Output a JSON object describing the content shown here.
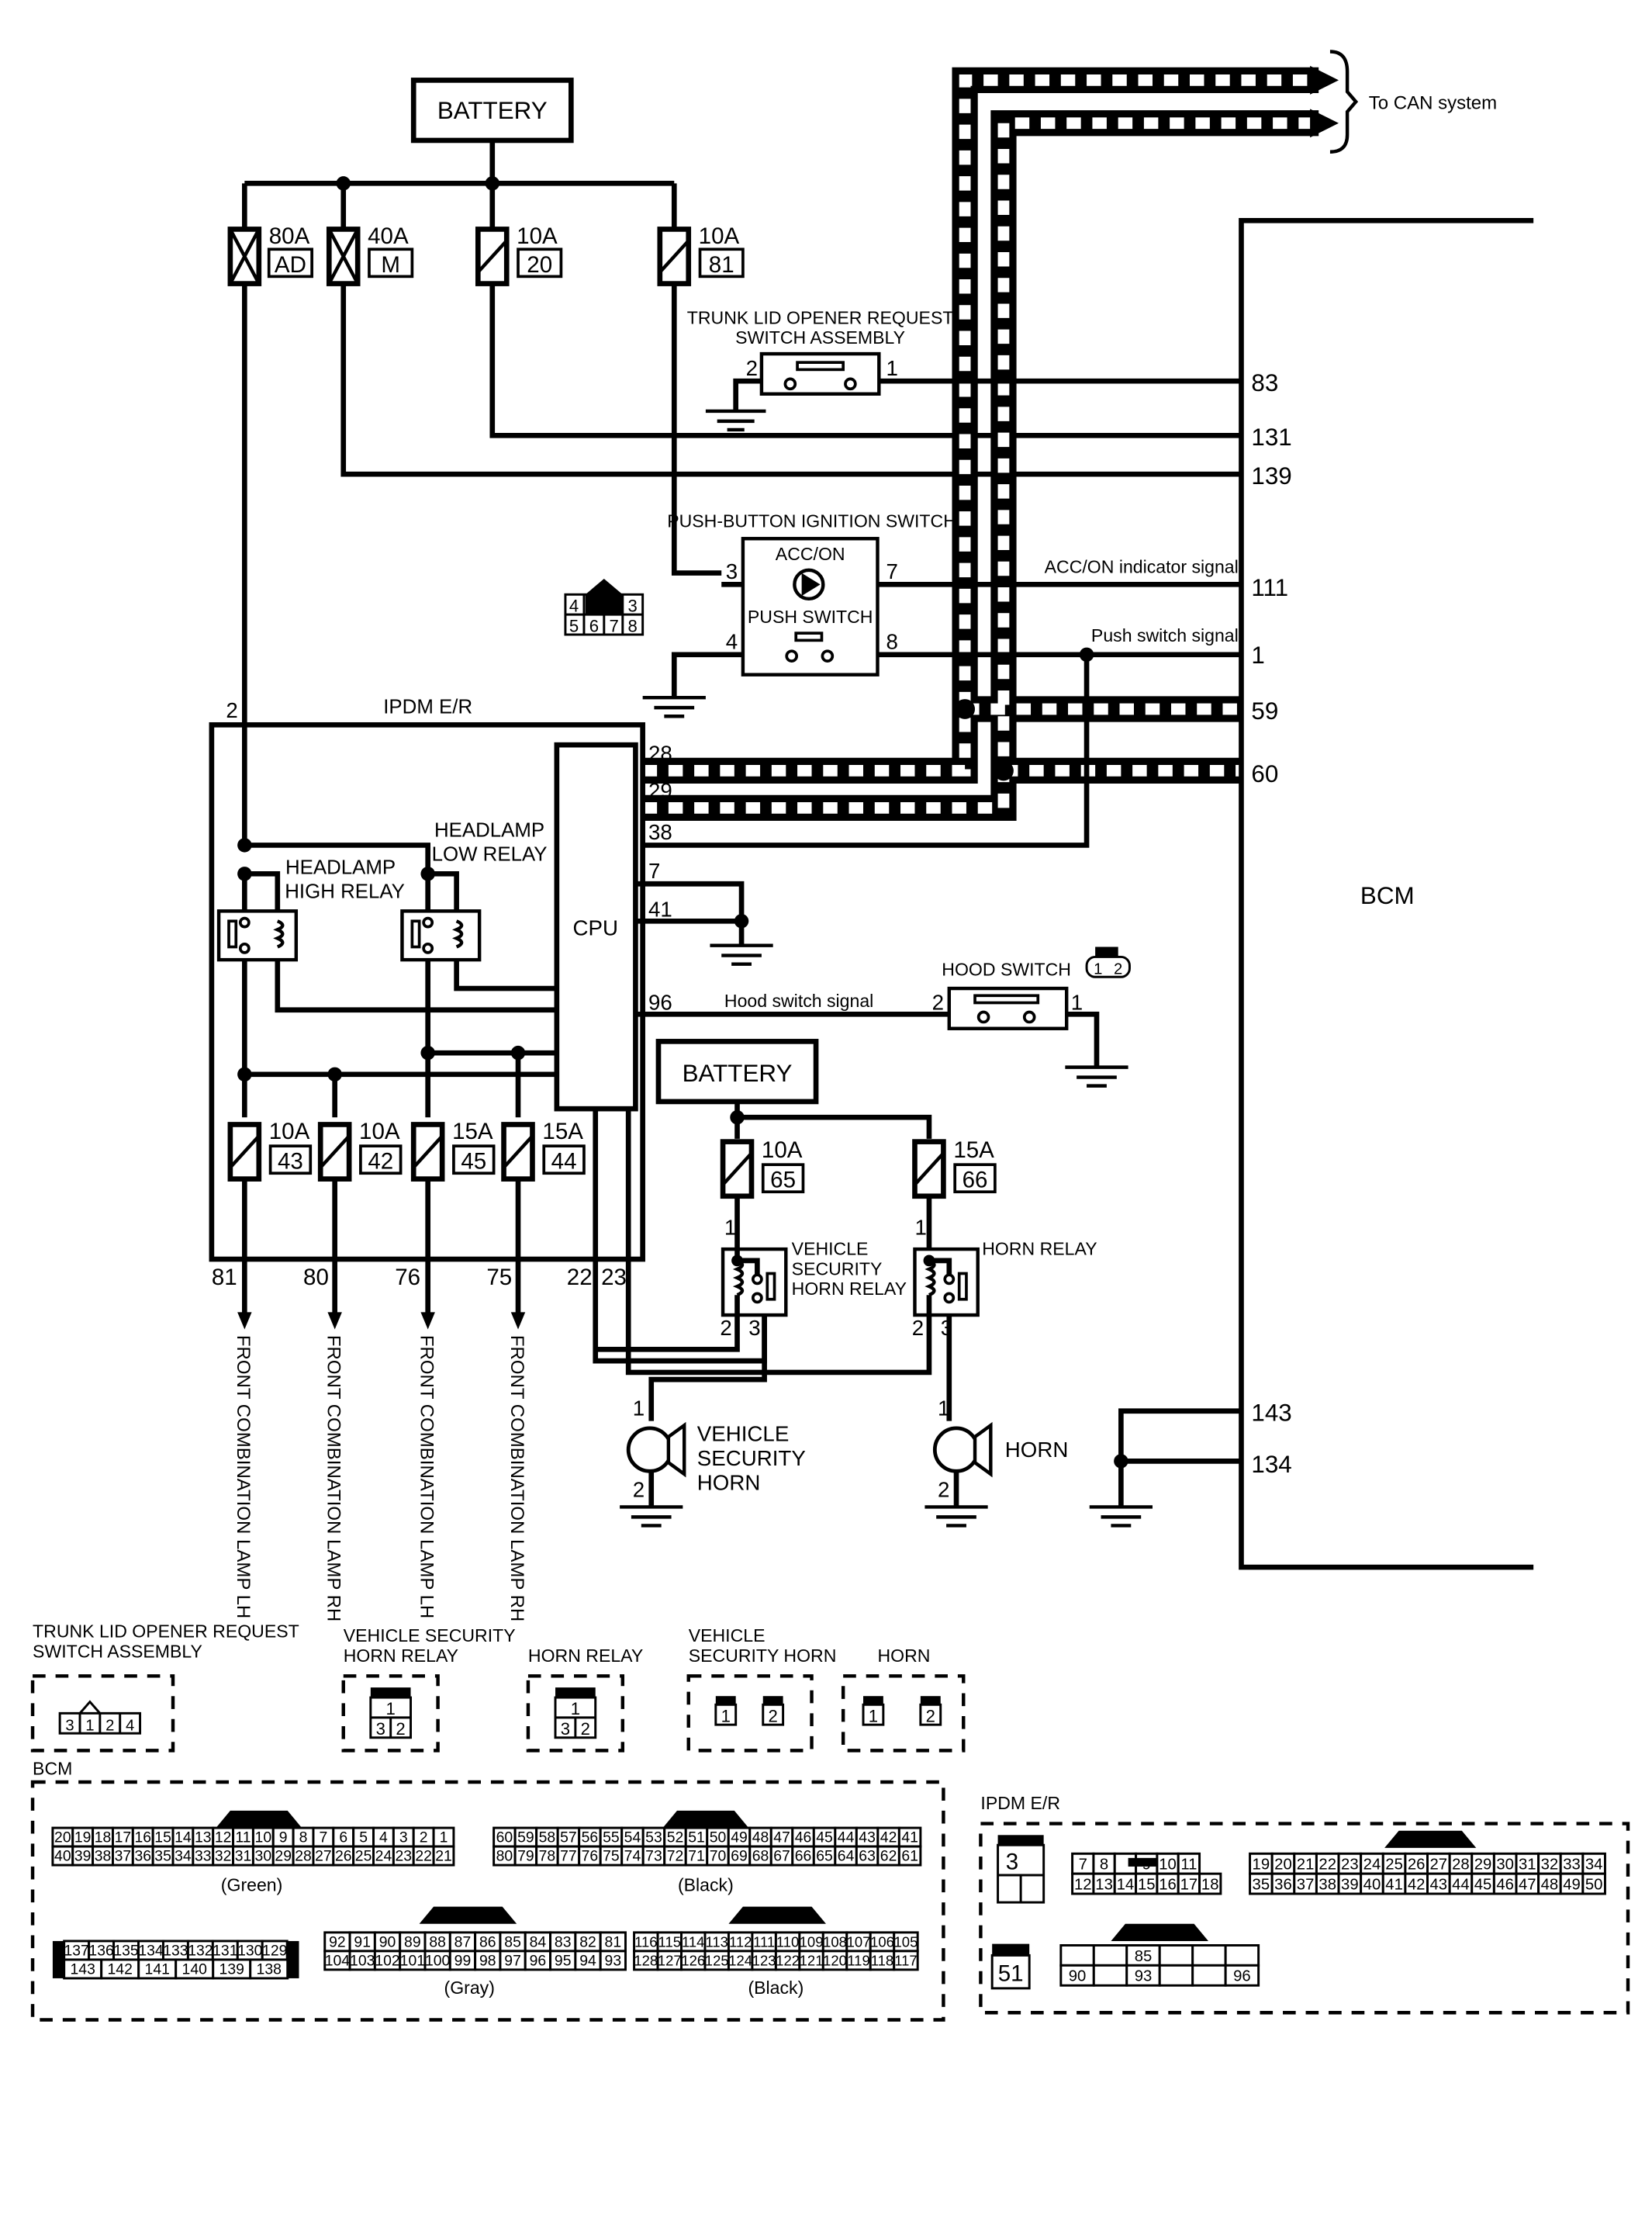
{
  "battery_top": "BATTERY",
  "battery_mid": "BATTERY",
  "fuses": {
    "f80ad": {
      "rating": "80A",
      "id": "AD"
    },
    "f40m": {
      "rating": "40A",
      "id": "M"
    },
    "f10_20": {
      "rating": "10A",
      "id": "20"
    },
    "f10_81": {
      "rating": "10A",
      "id": "81"
    },
    "f10_43": {
      "rating": "10A",
      "id": "43"
    },
    "f10_42": {
      "rating": "10A",
      "id": "42"
    },
    "f15_45": {
      "rating": "15A",
      "id": "45"
    },
    "f15_44": {
      "rating": "15A",
      "id": "44"
    },
    "f10_65": {
      "rating": "10A",
      "id": "65"
    },
    "f15_66": {
      "rating": "15A",
      "id": "66"
    }
  },
  "to_can": "To CAN system",
  "trunk_switch": {
    "title1": "TRUNK LID OPENER REQUEST",
    "title2": "SWITCH ASSEMBLY",
    "pin_left": "2",
    "pin_right": "1"
  },
  "ignition": {
    "title": "PUSH-BUTTON IGNITION SWITCH",
    "acc_on": "ACC/ON",
    "push": "PUSH SWITCH",
    "p3": "3",
    "p7": "7",
    "p4": "4",
    "p8": "8"
  },
  "ign_connector": [
    "4",
    "3",
    "5",
    "6",
    "7",
    "8"
  ],
  "bcm": {
    "label": "BCM",
    "pins": [
      "83",
      "131",
      "139",
      "111",
      "1",
      "59",
      "60",
      "143",
      "134"
    ]
  },
  "signals": {
    "acc_on": "ACC/ON indicator signal",
    "push": "Push switch signal",
    "hood": "Hood switch signal"
  },
  "ipdm": {
    "label": "IPDM E/R",
    "cpu": "CPU",
    "pin2": "2",
    "pins_right": [
      "28",
      "29",
      "38",
      "7",
      "41",
      "96"
    ],
    "pins_bottom": [
      "81",
      "80",
      "76",
      "75",
      "22",
      "23"
    ]
  },
  "relays": {
    "high1": "HEADLAMP",
    "high2": "HIGH RELAY",
    "low1": "HEADLAMP",
    "low2": "LOW RELAY"
  },
  "hood": {
    "title": "HOOD SWITCH",
    "p2": "2",
    "p1": "1",
    "conn": [
      "1",
      "2"
    ]
  },
  "vs_relay": {
    "l1": "VEHICLE",
    "l2": "SECURITY",
    "l3": "HORN RELAY",
    "p1": "1",
    "p2": "2",
    "p3": "3"
  },
  "horn_relay": {
    "l1": "HORN RELAY",
    "p1": "1",
    "p2": "2",
    "p3": "3"
  },
  "vs_horn": {
    "l1": "VEHICLE",
    "l2": "SECURITY",
    "l3": "HORN",
    "p1": "1",
    "p2": "2"
  },
  "horn": {
    "l1": "HORN",
    "p1": "1",
    "p2": "2"
  },
  "outputs": [
    "FRONT COMBINATION LAMP LH",
    "FRONT COMBINATION LAMP RH",
    "FRONT COMBINATION LAMP LH",
    "FRONT COMBINATION LAMP RH"
  ],
  "legend": {
    "trunk1": "TRUNK LID OPENER REQUEST",
    "trunk2": "SWITCH ASSEMBLY",
    "trunk_pins": [
      "3",
      "1",
      "2",
      "4"
    ],
    "vsr1": "VEHICLE SECURITY",
    "vsr2": "HORN RELAY",
    "hr": "HORN RELAY",
    "vsh1": "VEHICLE",
    "vsh2": "SECURITY HORN",
    "horn": "HORN",
    "relay_pins": [
      "1",
      "3",
      "2"
    ],
    "horn_pins": [
      "1",
      "2"
    ],
    "bcm": "BCM",
    "ipdm": "IPDM E/R",
    "green": "(Green)",
    "black": "(Black)",
    "gray": "(Gray)",
    "black2": "(Black)",
    "bcm_green_top": [
      "20",
      "19",
      "18",
      "17",
      "16",
      "15",
      "14",
      "13",
      "12",
      "11",
      "10",
      "9",
      "8",
      "7",
      "6",
      "5",
      "4",
      "3",
      "2",
      "1"
    ],
    "bcm_green_bot": [
      "40",
      "39",
      "38",
      "37",
      "36",
      "35",
      "34",
      "33",
      "32",
      "31",
      "30",
      "29",
      "28",
      "27",
      "26",
      "25",
      "24",
      "23",
      "22",
      "21"
    ],
    "bcm_black_top": [
      "60",
      "59",
      "58",
      "57",
      "56",
      "55",
      "54",
      "53",
      "52",
      "51",
      "50",
      "49",
      "48",
      "47",
      "46",
      "45",
      "44",
      "43",
      "42",
      "41"
    ],
    "bcm_black_bot": [
      "80",
      "79",
      "78",
      "77",
      "76",
      "75",
      "74",
      "73",
      "72",
      "71",
      "70",
      "69",
      "68",
      "67",
      "66",
      "65",
      "64",
      "63",
      "62",
      "61"
    ],
    "bcm_c3_top": [
      "137",
      "136",
      "135",
      "134",
      "133",
      "132",
      "131",
      "130",
      "129"
    ],
    "bcm_c3_bot": [
      "143",
      "142",
      "141",
      "140",
      "139",
      "138"
    ],
    "bcm_gray_top": [
      "92",
      "91",
      "90",
      "89",
      "88",
      "87",
      "86",
      "85",
      "84",
      "83",
      "82",
      "81"
    ],
    "bcm_gray_bot": [
      "104",
      "103",
      "102",
      "101",
      "100",
      "99",
      "98",
      "97",
      "96",
      "95",
      "94",
      "93"
    ],
    "bcm_black2_top": [
      "116",
      "115",
      "114",
      "113",
      "112",
      "111",
      "110",
      "109",
      "108",
      "107",
      "106",
      "105"
    ],
    "bcm_black2_bot": [
      "128",
      "127",
      "126",
      "125",
      "124",
      "123",
      "122",
      "121",
      "120",
      "119",
      "118",
      "117"
    ],
    "ipdm_c3": "3",
    "ipdm_c1_top": [
      "7",
      "8",
      "",
      "9",
      "10",
      "11"
    ],
    "ipdm_c1_bot": [
      "12",
      "13",
      "14",
      "15",
      "16",
      "17",
      "18"
    ],
    "ipdm_c2_top": [
      "19",
      "20",
      "21",
      "22",
      "23",
      "24",
      "25",
      "26",
      "27",
      "28",
      "29",
      "30",
      "31",
      "32",
      "33",
      "34"
    ],
    "ipdm_c2_bot": [
      "35",
      "36",
      "37",
      "38",
      "39",
      "40",
      "41",
      "42",
      "43",
      "44",
      "45",
      "46",
      "47",
      "48",
      "49",
      "50"
    ],
    "ipdm_c51": "51",
    "ipdm_c4_top": [
      "",
      "",
      "85",
      "",
      "",
      ""
    ],
    "ipdm_c4_bot": [
      "90",
      "",
      "93",
      "",
      "",
      "96"
    ]
  }
}
